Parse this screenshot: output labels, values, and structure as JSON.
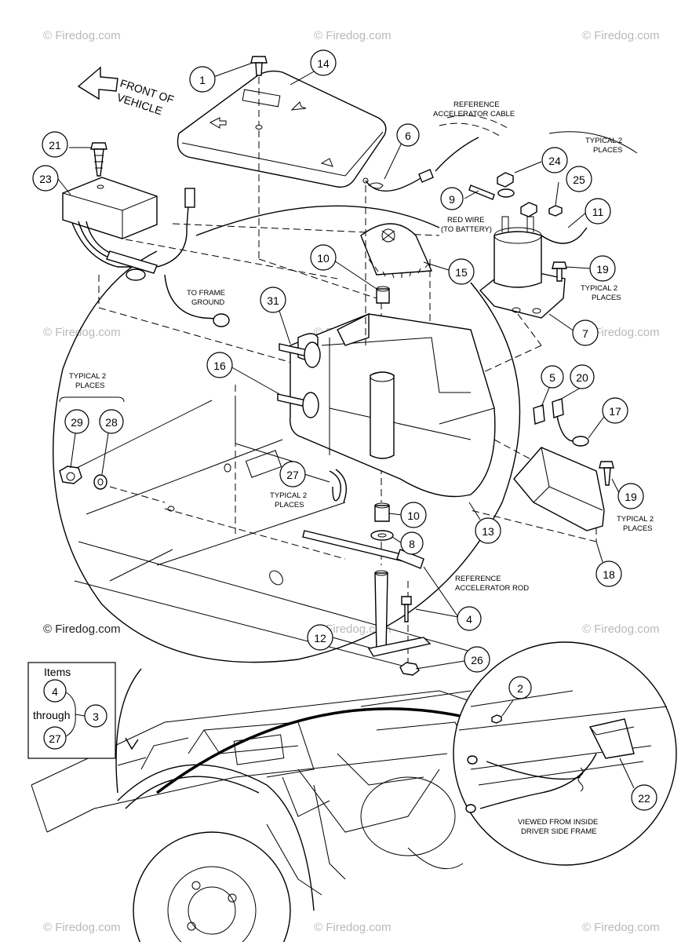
{
  "watermarks": [
    "© Firedog.com",
    "© Firedog.com",
    "© Firedog.com",
    "© Firedog.com",
    "© Firedog.com",
    "© Firedog.com",
    "© Firedog.com",
    "© Firedog.com",
    "© Firedog.com",
    "© Firedog.com",
    "© Firedog.com",
    "© Firedog.com"
  ],
  "labels": {
    "front_line1": "FRONT OF",
    "front_line2": "VEHICLE",
    "ref_cable_1": "REFERENCE",
    "ref_cable_2": "ACCELERATOR CABLE",
    "typical2_top_1": "TYPICAL 2",
    "typical2_top_2": "PLACES",
    "red_wire_1": "RED WIRE",
    "red_wire_2": "(TO BATTERY)",
    "typical2_19_1": "TYPICAL 2",
    "typical2_19_2": "PLACES",
    "to_frame_1": "TO FRAME",
    "to_frame_2": "GROUND",
    "typical2_left_1": "TYPICAL 2",
    "typical2_left_2": "PLACES",
    "typical2_27_1": "TYPICAL 2",
    "typical2_27_2": "PLACES",
    "typical2_19b_1": "TYPICAL 2",
    "typical2_19b_2": "PLACES",
    "ref_rod_1": "REFERENCE",
    "ref_rod_2": "ACCELERATOR ROD",
    "viewed_1": "VIEWED FROM INSIDE",
    "viewed_2": "DRIVER SIDE FRAME"
  },
  "legend": {
    "items": "Items",
    "through": "through",
    "n_from": "4",
    "n_to": "27",
    "n_result": "3"
  },
  "callouts": {
    "c1": "1",
    "c14": "14",
    "c6": "6",
    "c24": "24",
    "c9": "9",
    "c25": "25",
    "c11": "11",
    "c21": "21",
    "c23": "23",
    "c10a": "10",
    "c15": "15",
    "c19a": "19",
    "c31": "31",
    "c7": "7",
    "c16": "16",
    "c5": "5",
    "c20": "20",
    "c17": "17",
    "c29": "29",
    "c28": "28",
    "c27": "27",
    "c19b": "19",
    "c10b": "10",
    "c13": "13",
    "c8": "8",
    "c18": "18",
    "c4": "4",
    "c12": "12",
    "c26": "26",
    "c2": "2",
    "c22": "22"
  }
}
